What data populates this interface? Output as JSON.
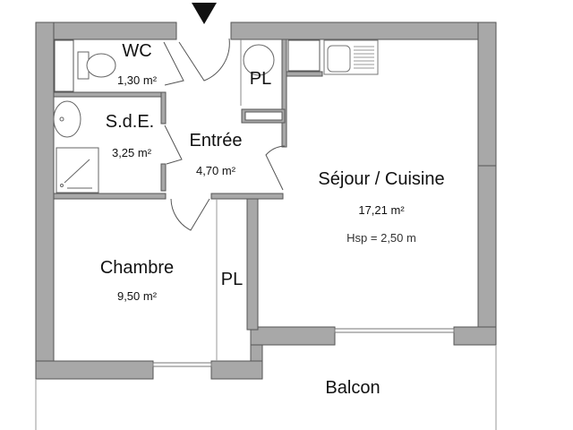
{
  "plan": {
    "entrance_marker": "entrance-arrow",
    "wall_color": "#a8a8a8",
    "wall_stroke": "#555555",
    "rooms": [
      {
        "name": "WC",
        "area": "1,30 m²"
      },
      {
        "name": "S.d.E.",
        "area": "3,25 m²"
      },
      {
        "name": "Entrée",
        "area": "4,70 m²"
      },
      {
        "name": "PL"
      },
      {
        "name": "Séjour / Cuisine",
        "area": "17,21 m²",
        "height": "Hsp = 2,50 m"
      },
      {
        "name": "Chambre",
        "area": "9,50 m²"
      },
      {
        "name": "PL"
      },
      {
        "name": "Balcon"
      }
    ]
  }
}
